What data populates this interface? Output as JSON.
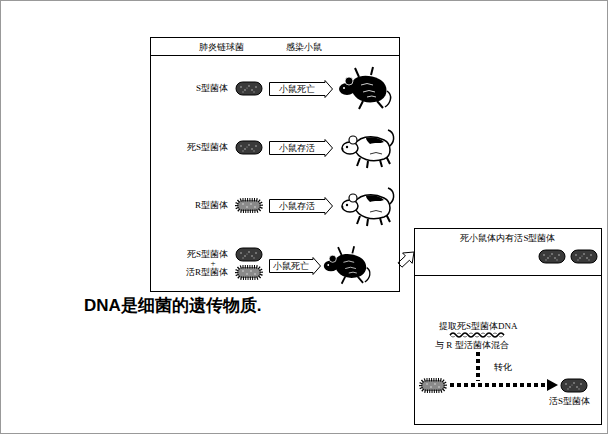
{
  "diagram": {
    "nodes": [
      {
        "text": [
          "肺炎链球菌",
          "感染小鼠"
        ]
      },
      {
        "text": [
          "小鼠死亡"
        ],
        "in": 0
      },
      {
        "text": [
          "小鼠存活"
        ],
        "in": 0
      },
      {
        "text": [
          "小鼠存活"
        ],
        "in": 0
      },
      {
        "text": [
          "小鼠死亡"
        ],
        "in": 0
      },
      {
        "text": [
          "死小鼠体内有活S型菌体"
        ]
      },
      {
        "text": [
          "提取死S型菌体DNA",
          "与 R 型活菌体混合",
          "转化",
          "活S型菌体"
        ]
      }
    ],
    "edges": [
      {
        "from": 0,
        "to": 5,
        "arrow": "to"
      }
    ],
    "labels": [
      "S型菌体",
      "死S型菌体",
      "R型菌体",
      "死S型菌体",
      "+",
      "活R型菌体",
      "DNA是细菌的遗传物质."
    ]
  }
}
